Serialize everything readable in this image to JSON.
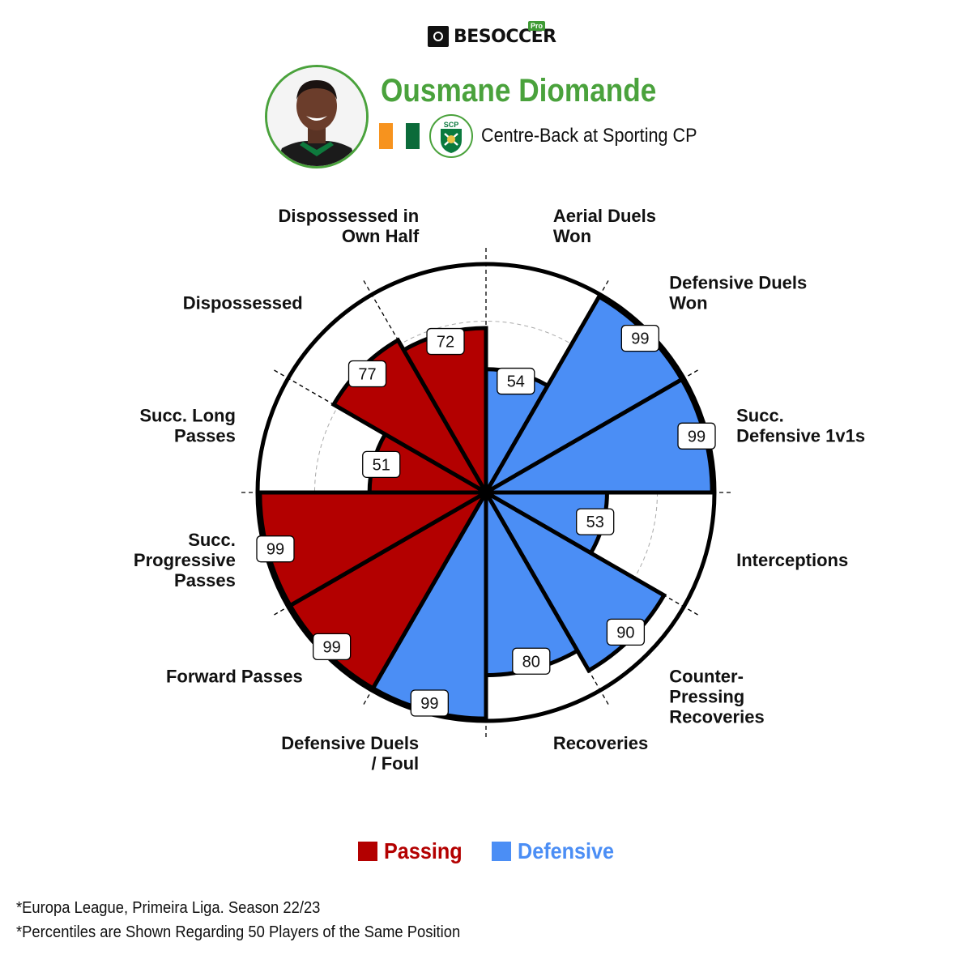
{
  "brand": {
    "name": "BESOCCER",
    "badge": "Pro"
  },
  "player": {
    "name": "Ousmane Diomande",
    "role": "Centre-Back at Sporting CP",
    "flag_colors": [
      "#f7931e",
      "#ffffff",
      "#0b6b3a"
    ],
    "club_crest": {
      "lettering": "SCP",
      "color": "#0b7a3e"
    },
    "accent": "#4aa23c"
  },
  "chart_data": {
    "type": "polar-bar",
    "range": [
      0,
      100
    ],
    "start_angle_deg": 0,
    "direction": "clockwise",
    "categories": [
      "Aerial Duels Won",
      "Defensive Duels Won",
      "Succ. Defensive 1v1s",
      "Interceptions",
      "Counter-Pressing Recoveries",
      "Recoveries",
      "Defensive Duels / Foul",
      "Forward Passes",
      "Succ. Progressive Passes",
      "Succ. Long Passes",
      "Dispossessed",
      "Dispossessed in Own Half"
    ],
    "label_lines": [
      [
        "Aerial Duels",
        "Won"
      ],
      [
        "Defensive Duels",
        "Won"
      ],
      [
        "Succ.",
        "Defensive 1v1s"
      ],
      [
        "Interceptions"
      ],
      [
        "Counter-",
        "Pressing",
        "Recoveries"
      ],
      [
        "Recoveries"
      ],
      [
        "Defensive Duels",
        "/ Foul"
      ],
      [
        "Forward Passes"
      ],
      [
        "Succ.",
        "Progressive",
        "Passes"
      ],
      [
        "Succ. Long",
        "Passes"
      ],
      [
        "Dispossessed"
      ],
      [
        "Dispossessed in",
        "Own Half"
      ]
    ],
    "values": [
      54,
      99,
      99,
      53,
      90,
      80,
      99,
      99,
      99,
      51,
      77,
      72
    ],
    "groups": [
      "Defensive",
      "Defensive",
      "Defensive",
      "Defensive",
      "Defensive",
      "Defensive",
      "Defensive",
      "Passing",
      "Passing",
      "Passing",
      "Passing",
      "Passing"
    ],
    "series": [
      {
        "name": "Passing",
        "color": "#b30000"
      },
      {
        "name": "Defensive",
        "color": "#4b8ef5"
      }
    ],
    "grid": true,
    "legend": "bottom"
  },
  "footnotes": [
    "*Europa League, Primeira Liga. Season 22/23",
    "*Percentiles are Shown Regarding 50 Players of the Same Position"
  ]
}
